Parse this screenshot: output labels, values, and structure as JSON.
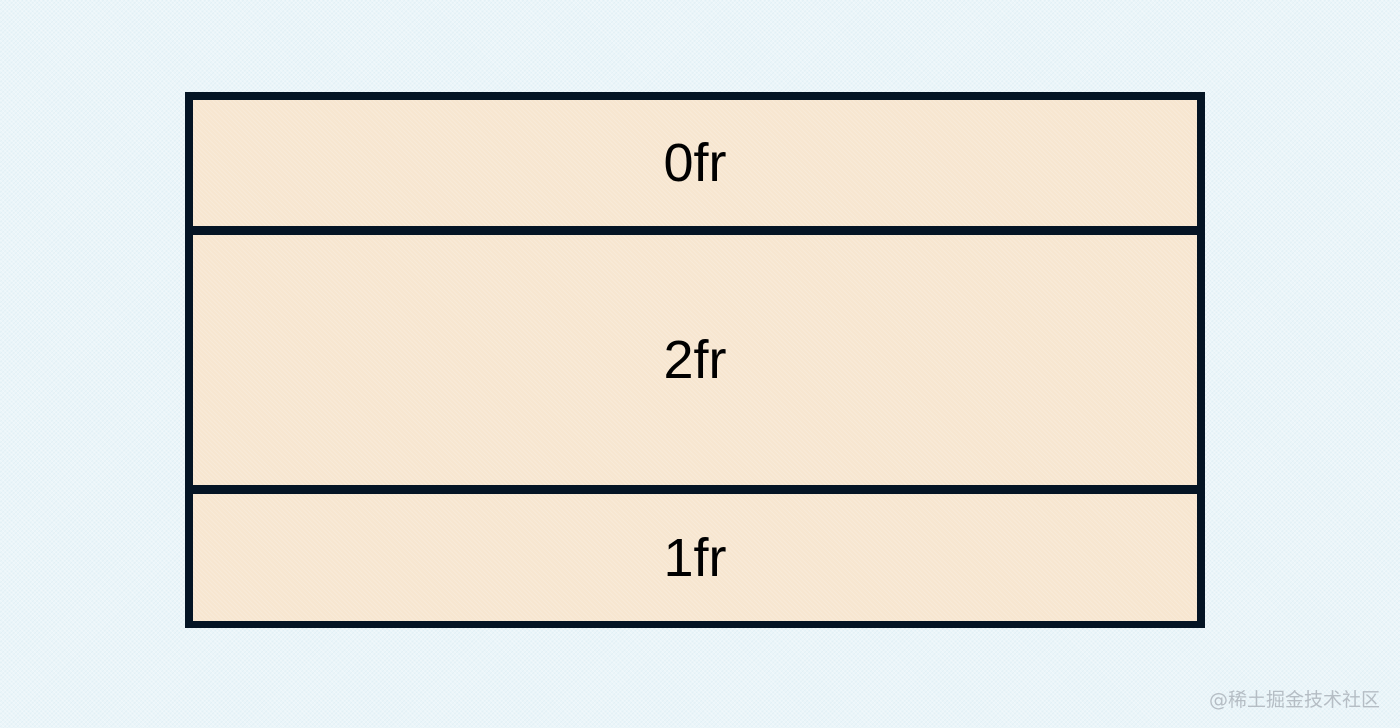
{
  "rows": [
    {
      "label": "0fr"
    },
    {
      "label": "2fr"
    },
    {
      "label": "1fr"
    }
  ],
  "watermark": "@稀土掘金技术社区",
  "colors": {
    "background": "#eaf5f9",
    "cell_fill": "#f7e6d0",
    "border": "#041424",
    "text": "#000000",
    "watermark": "#b5bdc4"
  }
}
